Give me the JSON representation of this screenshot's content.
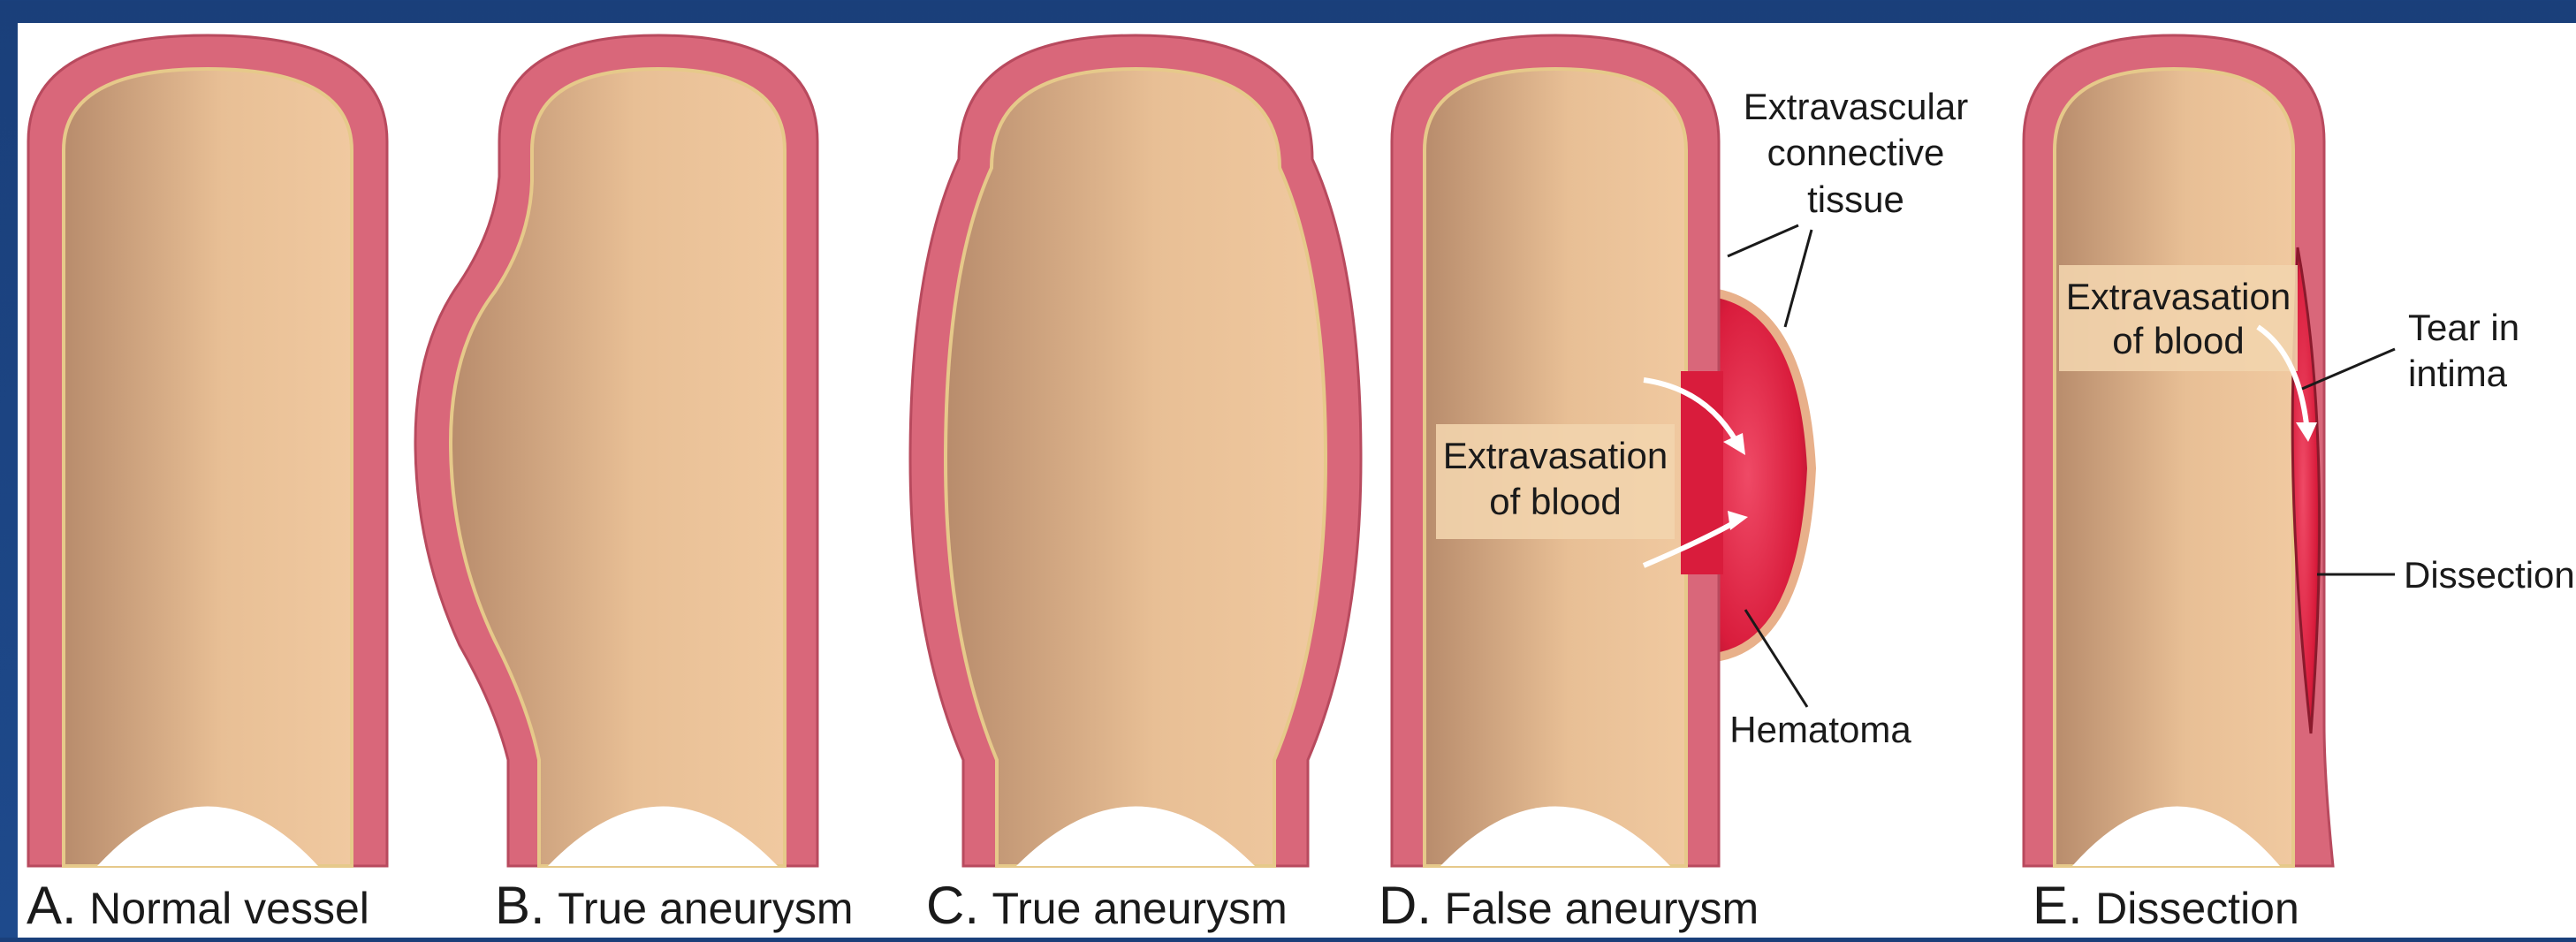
{
  "colors": {
    "slide_background": "#1e4a8c",
    "panel_background": "#ffffff",
    "vessel_wall": "#d9677a",
    "vessel_wall_edge": "#b84a5e",
    "intima_line": "#e6c98a",
    "lumen_light": "#f0c9a0",
    "lumen_dark": "#b88c6c",
    "hematoma": "#d91c3c",
    "label_box": "#f2d4ad"
  },
  "panels": [
    {
      "letter": "A.",
      "caption": "Normal vessel"
    },
    {
      "letter": "B.",
      "caption": "True aneurysm"
    },
    {
      "letter": "C.",
      "caption": "True aneurysm"
    },
    {
      "letter": "D.",
      "caption": "False aneurysm"
    },
    {
      "letter": "E.",
      "caption": "Dissection"
    }
  ],
  "annotations": {
    "d_connective": [
      "Extravascular",
      "connective",
      "tissue"
    ],
    "d_extravasation": [
      "Extravasation",
      "of blood"
    ],
    "d_hematoma": "Hematoma",
    "e_extravasation": [
      "Extravasation",
      "of blood"
    ],
    "e_tear": [
      "Tear in",
      "intima"
    ],
    "e_dissection": "Dissection"
  }
}
